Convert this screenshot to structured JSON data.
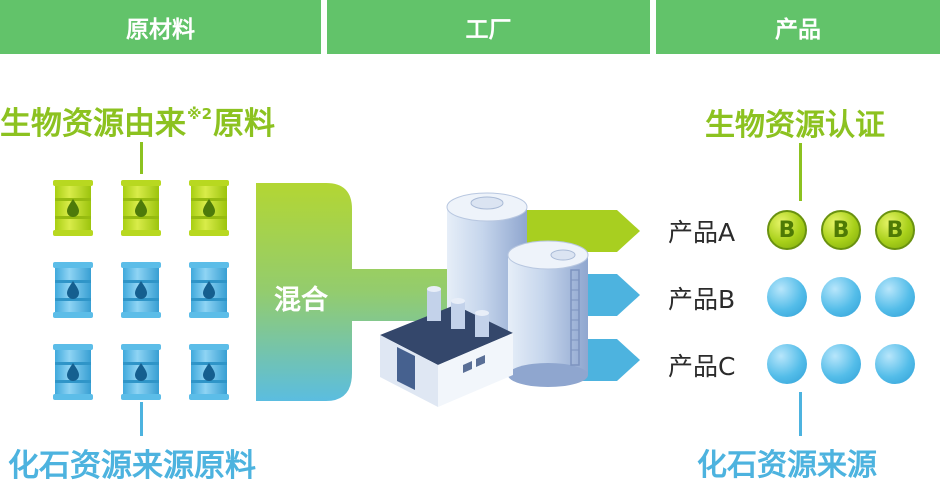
{
  "headers": [
    "原材料",
    "工厂",
    "产品"
  ],
  "bio_source_label": "生物资源由来",
  "bio_source_note": "※2",
  "bio_source_label_suffix": "原料",
  "fossil_source_label": "化石资源来源原料",
  "mix_label": "混合",
  "bio_cert_label": "生物资源认证",
  "fossil_origin_label": "化石资源来源",
  "products": [
    {
      "name": "产品A",
      "marker": "B"
    },
    {
      "name": "产品B"
    },
    {
      "name": "产品C"
    }
  ],
  "colors": {
    "header": "#62c36a",
    "bio": "#8cc220",
    "fossil": "#4db3df"
  }
}
